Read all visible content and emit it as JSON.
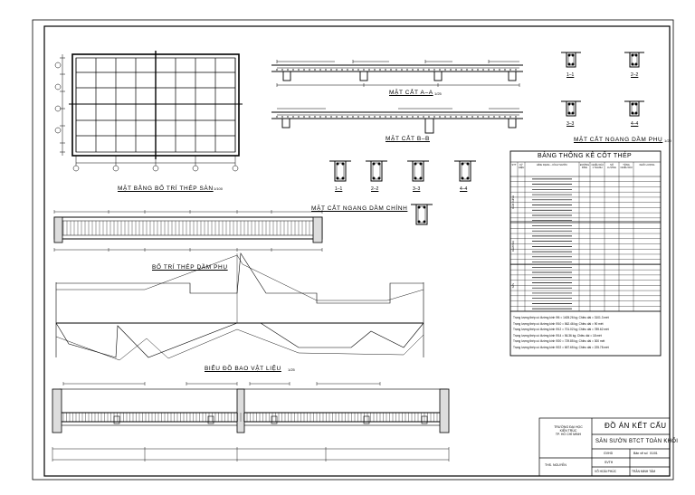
{
  "titles": {
    "plan": "MẶT BẰNG BỐ TRÍ THÉP SÀN",
    "sectionAA": "MẶT CẮT A–A",
    "sectionBB": "MẶT CẮT B–B",
    "secondaryBeamSections": "MẶT CẮT NGANG DẦM PHỤ",
    "mainBeamSections": "MẶT CẮT NGANG DẦM CHÍNH",
    "secondaryBeamLayout": "BỐ TRÍ THÉP DẦM PHỤ",
    "materialDiagram": "BIỂU ĐỒ BAO VẬT LIỆU",
    "steelTable": "BẢNG THỐNG KÊ CỐT THÉP"
  },
  "scales": {
    "plan": "1/100",
    "sectionAA": "1/25",
    "sectionNgang": "1/20",
    "material": "1/25"
  },
  "sectionTags": {
    "secondary": [
      "1–1",
      "2–2",
      "3–3",
      "4–4"
    ],
    "main": [
      "1–1",
      "2–2",
      "3–3",
      "4–4"
    ]
  },
  "table": {
    "headers": [
      "STT",
      "KÝ HIỆU",
      "HÌNH DẠNG – KÍCH THƯỚC",
      "ĐƯỜNG KÍNH",
      "CHIỀU DÀI 1 THANH",
      "SỐ LƯỢNG",
      "TỔNG CHIỀU DÀI",
      "KHỐI LƯỢNG"
    ],
    "groupLabels": [
      "DẦM CHÍNH",
      "DẦM PHỤ",
      "SÀN"
    ],
    "rowCount": 26,
    "summary": [
      "Trọng lượng thép có đường kính Φ6 = 1405.26 kg; Chiều dài = 3101.3 mét",
      "Trọng lượng thép có đường kính Φ10 = 562.46 kg; Chiều dài = 90 mét",
      "Trọng lượng thép có đường kính Φ12 = 701.02 kg; Chiều dài = 789.62 mét",
      "Trọng lượng thép có đường kính Φ14 = 56.36 kg; Chiều dài = 18 mét",
      "Trọng lượng thép có đường kính Φ20 = 729.85 kg; Chiều dài = 300 mét",
      "Trọng lượng thép có đường kính Φ22 = 657.65 kg; Chiều dài = 225.78 mét"
    ]
  },
  "titleBlock": {
    "school": "TRƯỜNG ĐẠI HỌC\nKIẾN TRÚC\nTP. HỒ CHÍ MINH",
    "project": "ĐỒ ÁN KẾT CẤU",
    "subject": "SÀN SƯỜN BTCT TOÀN KHỐI",
    "teacherLabel": "GVHD",
    "studentLabel": "SVTH",
    "scaleLabel": "Bản vẽ số",
    "sheetNo": "01/01",
    "teacherName": "THS. NGUYỄN",
    "studentName": "VÕ HOÀI PHÚC",
    "studentName2": "TRẦN MINH TÂM"
  }
}
